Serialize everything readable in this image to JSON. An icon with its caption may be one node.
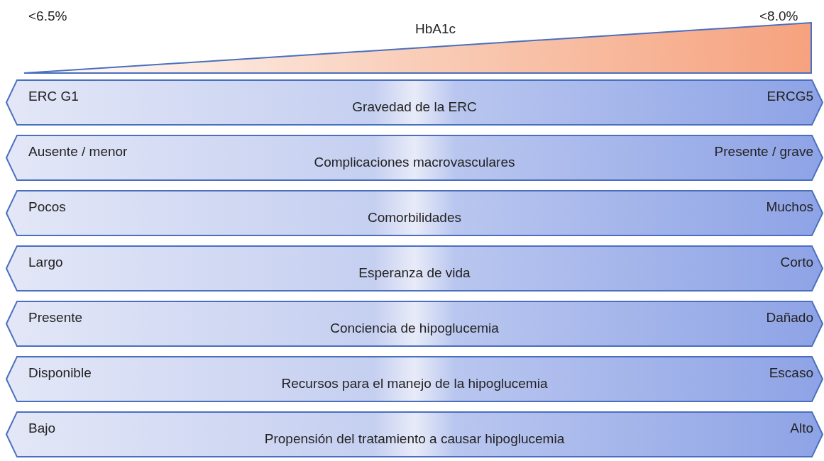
{
  "diagram": {
    "nodes": [
      {
        "text": [
          "ERC G1",
          "Gravedad de la ERC",
          "ERCG5"
        ]
      },
      {
        "text": [
          "Ausente / menor",
          "Complicaciones macrovasculares",
          "Presente / grave"
        ]
      },
      {
        "text": [
          "Pocos",
          "Comorbilidades",
          "Muchos"
        ]
      },
      {
        "text": [
          "Largo",
          "Esperanza de vida",
          "Corto"
        ]
      },
      {
        "text": [
          "Presente",
          "Conciencia de hipoglucemia",
          "Dañado"
        ]
      },
      {
        "text": [
          "Disponible",
          "Recursos para el manejo de la hipoglucemia",
          "Escaso"
        ]
      },
      {
        "text": [
          "Bajo",
          "Propensión del tratamiento a causar hipoglucemia",
          "Alto"
        ]
      }
    ],
    "labels": [
      "<6.5%",
      "HbA1c",
      "<8.0%"
    ]
  }
}
